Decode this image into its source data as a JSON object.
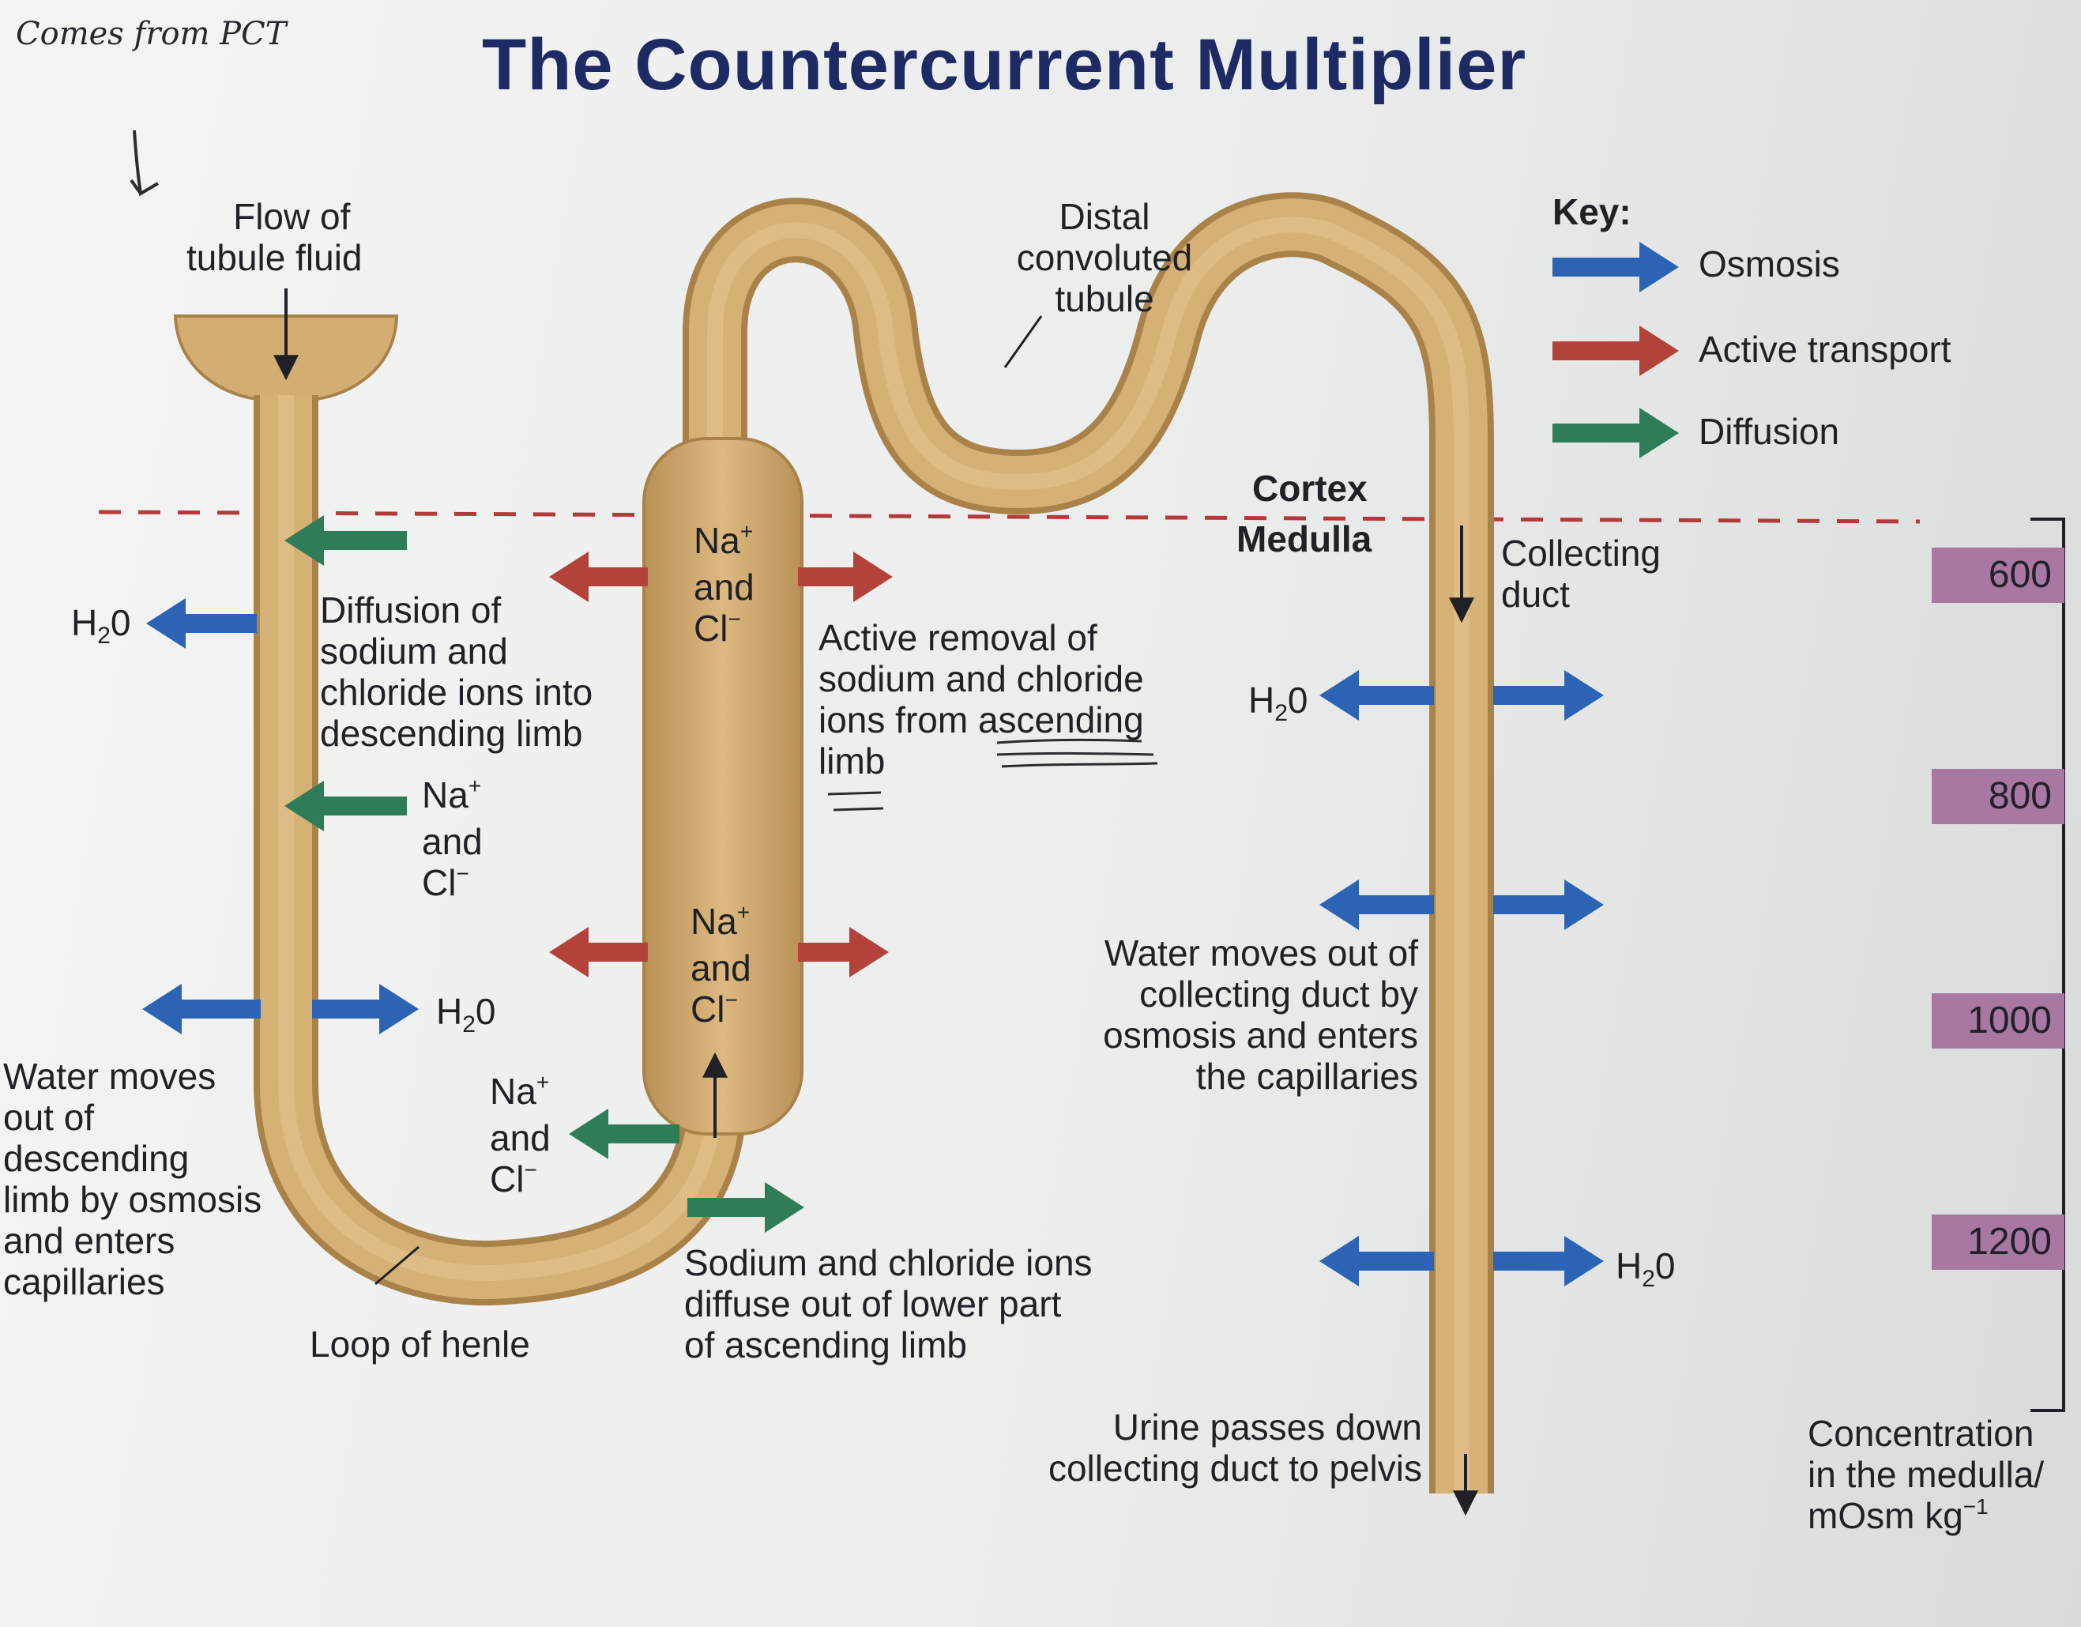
{
  "title": "The Countercurrent Multiplier",
  "handwritten": {
    "note": "Comes from PCT",
    "arrow": "↳"
  },
  "labels": {
    "flow_line1": "Flow of",
    "flow_line2": "tubule fluid",
    "dct_line1": "Distal",
    "dct_line2": "convoluted",
    "dct_line3": "tubule",
    "cortex": "Cortex",
    "medulla": "Medulla",
    "collecting_line1": "Collecting",
    "collecting_line2": "duct",
    "h2o": "H",
    "h2o_sub": "2",
    "h2o_tail": "0",
    "na": "Na",
    "na_sup": "+",
    "and": "and",
    "cl": "Cl",
    "cl_sup": "−",
    "diffusion_desc": [
      "Diffusion of",
      "sodium and",
      "chloride ions into",
      "descending limb"
    ],
    "active_desc": [
      "Active removal of",
      "sodium and chloride",
      "ions from ascending",
      "limb"
    ],
    "water_collect_desc": [
      "Water moves out of",
      "collecting duct by",
      "osmosis and enters",
      "the capillaries"
    ],
    "water_desc": [
      "Water moves",
      "out of",
      "descending",
      "limb by osmosis",
      "and enters",
      "capillaries"
    ],
    "loop": "Loop of henle",
    "sodium_lower_desc": [
      "Sodium and chloride ions",
      "diffuse out of lower part",
      "of ascending limb"
    ],
    "urine_desc": [
      "Urine passes down",
      "collecting duct to pelvis"
    ],
    "conc_desc": [
      "Concentration",
      "in the medulla/",
      "mOsm kg"
    ],
    "conc_unit_sup": "−1"
  },
  "key": {
    "title": "Key:",
    "items": [
      {
        "label": "Osmosis",
        "color": "#2c63b5"
      },
      {
        "label": "Active transport",
        "color": "#b3423a"
      },
      {
        "label": "Diffusion",
        "color": "#2f7d58"
      }
    ]
  },
  "concentrations": [
    "600",
    "800",
    "1000",
    "1200"
  ],
  "colors": {
    "tubule": "#d3ad72",
    "tubule_dark": "#a9824a",
    "osmosis": "#2c63b5",
    "active": "#b3423a",
    "diffusion": "#2f7d58",
    "boundary": "#b5393a",
    "conc_box": "#a978a2",
    "title": "#1d2a64"
  }
}
